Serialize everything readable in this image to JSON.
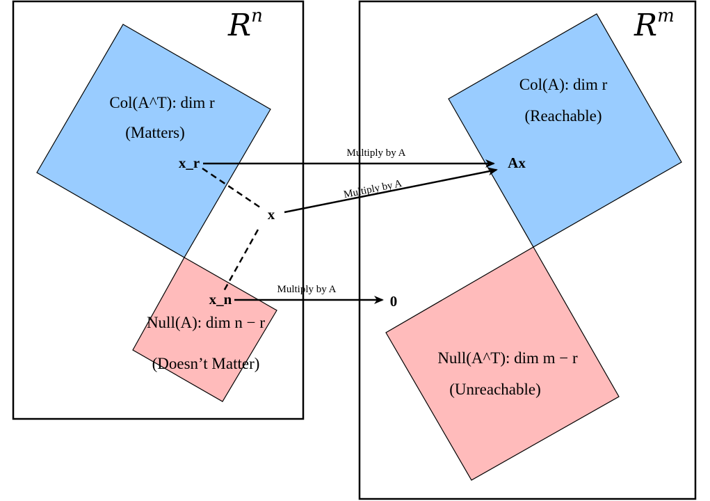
{
  "spaces": {
    "domain": {
      "symbol": "R",
      "exponent": "n"
    },
    "codomain": {
      "symbol": "R",
      "exponent": "m"
    }
  },
  "subspaces": {
    "row": {
      "title": "Col(A^T): dim r",
      "note": "(Matters)"
    },
    "null": {
      "title": "Null(A): dim n − r",
      "note": "(Doesn’t Matter)"
    },
    "col": {
      "title": "Col(A): dim r",
      "note": "(Reachable)"
    },
    "left_null": {
      "title": "Null(A^T): dim m − r",
      "note": "(Unreachable)"
    }
  },
  "vectors": {
    "x": "x",
    "x_r": "x_r",
    "x_n": "x_n",
    "Ax": "Ax",
    "zero": "0"
  },
  "arrows": {
    "xr_to_Ax": "Multiply by A",
    "x_to_Ax": "Multiply by A",
    "xn_to_zero": "Multiply by A"
  },
  "colors": {
    "row_space": "#99ccff",
    "null_space": "#ffbbbb",
    "col_space": "#99ccff",
    "left_null_space": "#ffbbbb",
    "stroke": "#000000"
  }
}
